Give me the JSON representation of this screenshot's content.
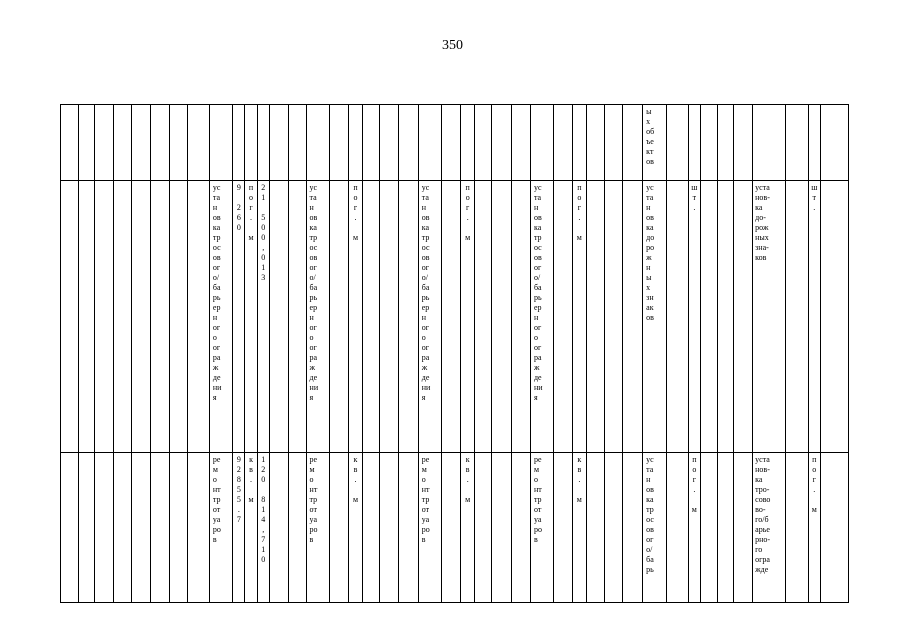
{
  "page_number": "350",
  "rows": [
    {
      "cells": [
        "",
        "",
        "",
        "",
        "",
        "",
        "",
        "",
        "",
        "",
        "",
        "",
        "",
        "",
        "",
        "",
        "",
        "",
        "",
        "",
        "",
        "",
        "",
        "",
        "",
        "",
        "",
        "",
        "",
        "",
        "",
        "",
        "ы\nх\nоб\nъе\nкт\nов",
        "",
        "",
        "",
        "",
        "",
        "",
        "",
        "",
        ""
      ]
    },
    {
      "cells": [
        "",
        "",
        "",
        "",
        "",
        "",
        "",
        "",
        "ус\nта\nн\nов\nка\nтр\nос\nов\nог\nо/\nба\nрь\nер\nн\nог\nо\nог\nра\nж\nде\nни\nя",
        "9\n\n2\n6\n0",
        "п\nо\nг\n.\n\nм",
        "2\n1\n\n5\n0\n0\n,\n0\n1\n3",
        "",
        "",
        "ус\nта\nн\nов\nка\nтр\nос\nов\nог\nо/\nба\nрь\nер\nн\nог\nо\nог\nра\nж\nде\nни\nя",
        "",
        "п\nо\nг\n.\n\nм",
        "",
        "",
        "",
        "ус\nта\nн\nов\nка\nтр\nос\nов\nог\nо/\nба\nрь\nер\nн\nог\nо\nог\nра\nж\nде\nни\nя",
        "",
        "п\nо\nг\n.\n\nм",
        "",
        "",
        "",
        "ус\nта\nн\nов\nка\nтр\nос\nов\nог\nо/\nба\nрь\nер\nн\nог\nо\nог\nра\nж\nде\nни\nя",
        "",
        "п\nо\nг\n.\n\nм",
        "",
        "",
        "",
        "ус\nта\nн\nов\nка\nдо\nро\nж\nн\nы\nх\nзн\nак\nов",
        "",
        "ш\nт\n.",
        "",
        "",
        "",
        "уста\nнов-\nка\nдо-\nрож\nных\nзна-\nков",
        "",
        "ш\nт\n.",
        ""
      ]
    },
    {
      "cells": [
        "",
        "",
        "",
        "",
        "",
        "",
        "",
        "",
        "ре\nм\nо\nнт\nтр\nот\nуа\nро\nв",
        "9\n2\n8\n5\n5\n.\n7",
        "к\nв\n.\n\nм",
        "1\n2\n0\n\n8\n1\n4\n,\n7\n1\n0",
        "",
        "",
        "ре\nм\nо\nнт\nтр\nот\nуа\nро\nв",
        "",
        "к\nв\n.\n\nм",
        "",
        "",
        "",
        "ре\nм\nо\nнт\nтр\nот\nуа\nро\nв",
        "",
        "к\nв\n.\n\nм",
        "",
        "",
        "",
        "ре\nм\nо\nнт\nтр\nот\nуа\nро\nв",
        "",
        "к\nв\n.\n\nм",
        "",
        "",
        "",
        "ус\nта\nн\nов\nка\nтр\nос\nов\nог\nо/\nба\nрь",
        "",
        "п\nо\nг\n.\n\nм",
        "",
        "",
        "",
        "уста\nнов-\nка\nтро-\nсово\nво-\nго/б\nарье\nрно-\nго\nогра\nжде",
        "",
        "п\nо\nг\n.\n\nм",
        ""
      ]
    }
  ]
}
